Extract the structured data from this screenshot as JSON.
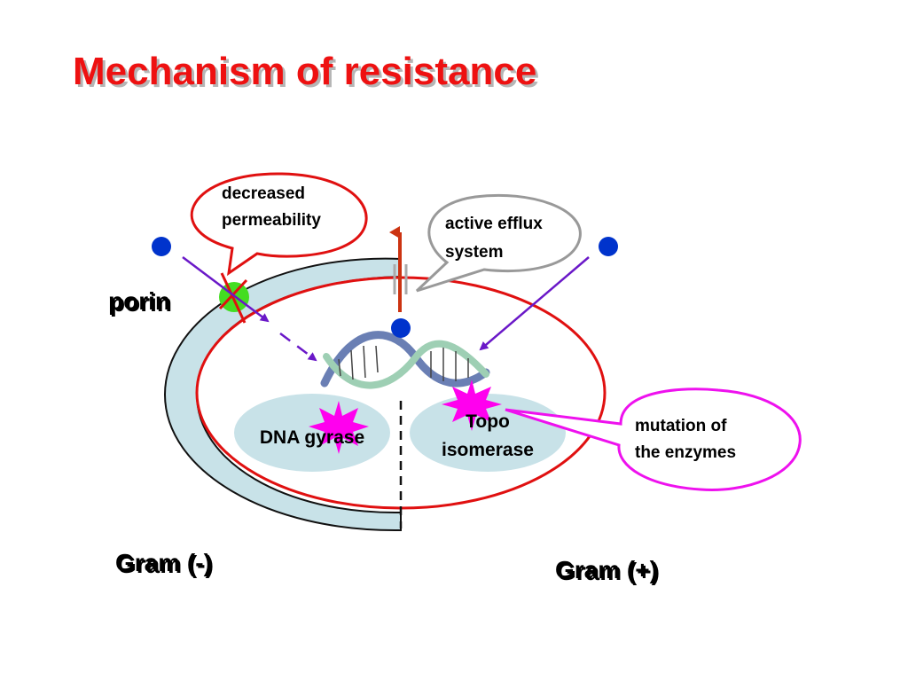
{
  "title": "Mechanism of resistance",
  "labels": {
    "porin": "porin",
    "decreased_permeability": [
      "decreased",
      "permeability"
    ],
    "active_efflux": [
      "active efflux",
      "system"
    ],
    "dna_gyrase": "DNA gyrase",
    "topo_isomerase": [
      "Topo",
      "isomerase"
    ],
    "mutation": [
      "mutation of",
      "the enzymes"
    ],
    "gram_negative": "Gram (-)",
    "gram_positive": "Gram (+)"
  },
  "colors": {
    "title": "#ee1111",
    "outer_membrane": "#c8e2e8",
    "inner_membrane": "#e01010",
    "enzyme": "#c8e2e8",
    "drug": "#0033cc",
    "arrow": "#6a18c8",
    "porin": "#44dd22",
    "mutation_star": "#ff00ee",
    "callout_red": "#e01010",
    "callout_grey": "#999999",
    "callout_magenta": "#ee11ee",
    "efflux_arrow": "#cc3311"
  },
  "icons": [
    "dna-helix-icon",
    "porin-channel-icon",
    "mutation-star-icon",
    "drug-molecule-icon"
  ]
}
